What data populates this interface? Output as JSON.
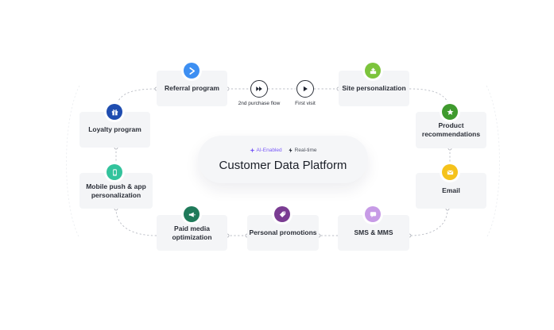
{
  "center": {
    "title": "Customer Data Platform",
    "tag_ai": "AI-Enabled",
    "tag_realtime": "Real-time"
  },
  "nodes": {
    "referral": "Referral program",
    "site": "Site personalization",
    "loyalty": "Loyalty program",
    "product": "Product recommendations",
    "mobile": "Mobile push & app personalization",
    "email": "Email",
    "paid": "Paid media optimization",
    "personal": "Personal promotions",
    "sms": "SMS & MMS"
  },
  "flow": {
    "second_purchase": "2nd purchase flow",
    "first_visit": "First visit"
  },
  "colors": {
    "referral": "#3d8ff2",
    "site": "#7cc43c",
    "loyalty": "#1f4db0",
    "product": "#3f9a2e",
    "mobile": "#33c39c",
    "email": "#f5c21b",
    "paid": "#1f7a5a",
    "personal": "#7a3c92",
    "sms": "#c79be6",
    "connector": "#b9bcc4",
    "ai_accent": "#7a5af8"
  },
  "icons": {
    "referral": "arrow-icon",
    "site": "site-icon",
    "loyalty": "gift-icon",
    "product": "star-icon",
    "mobile": "phone-icon",
    "email": "mail-icon",
    "paid": "megaphone-icon",
    "personal": "tag-icon",
    "sms": "chat-icon"
  }
}
